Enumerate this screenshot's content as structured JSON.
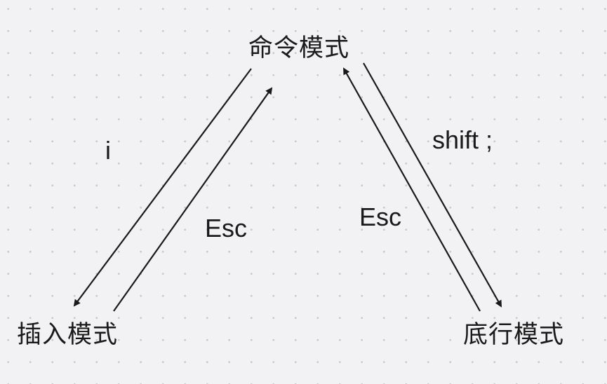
{
  "nodes": {
    "command_mode": "命令模式",
    "insert_mode": "插入模式",
    "last_line_mode": "底行模式"
  },
  "edges": {
    "command_to_insert": "i",
    "insert_to_command": "Esc",
    "last_line_to_command": "Esc",
    "command_to_last_line": "shift ;"
  },
  "colors": {
    "background": "#f2f2f4",
    "grid_dot": "#c9c9cc",
    "stroke": "#1a1a1a"
  }
}
